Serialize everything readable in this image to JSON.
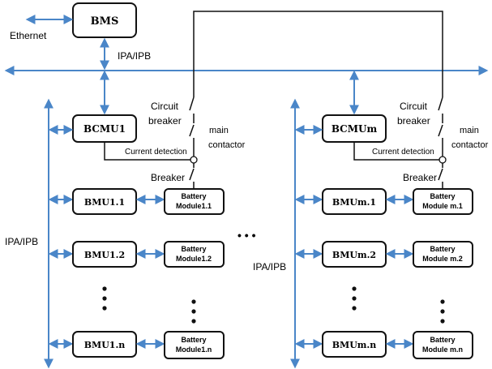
{
  "bms": {
    "label": "BMS"
  },
  "ethernet": {
    "label": "Ethernet"
  },
  "bus_label": "IPA/IPB",
  "left_bus_label": "IPA/IPB",
  "mid_bus_label": "IPA/IPB",
  "colors": {
    "bus": "#4a86c8",
    "line": "#111111",
    "box_fill": "#ffffff"
  },
  "cluster_left": {
    "bcmu": "BCMU1",
    "circuit_breaker_1": "Circuit",
    "circuit_breaker_2": "breaker",
    "main_contactor_1": "main",
    "main_contactor_2": "contactor",
    "current_detection": "Current detection",
    "breaker": "Breaker",
    "bmu_1": "BMU1.1",
    "bmu_2": "BMU1.2",
    "bmu_n": "BMU1.n",
    "bm1_line1": "Battery",
    "bm1_line2": "Module1.1",
    "bm2_line1": "Battery",
    "bm2_line2": "Module1.2",
    "bmn_line1": "Battery",
    "bmn_line2": "Module1.n"
  },
  "cluster_right": {
    "bcmu": "BCMUm",
    "circuit_breaker_1": "Circuit",
    "circuit_breaker_2": "breaker",
    "main_contactor_1": "main",
    "main_contactor_2": "contactor",
    "current_detection": "Current detection",
    "breaker": "Breaker",
    "bmu_1": "BMUm.1",
    "bmu_2": "BMUm.2",
    "bmu_n": "BMUm.n",
    "bm1_line1": "Battery",
    "bm1_line2": "Module m.1",
    "bm2_line1": "Battery",
    "bm2_line2": "Module m.2",
    "bmn_line1": "Battery",
    "bmn_line2": "Module m.n"
  },
  "between_clusters_ellipsis": "• • •"
}
